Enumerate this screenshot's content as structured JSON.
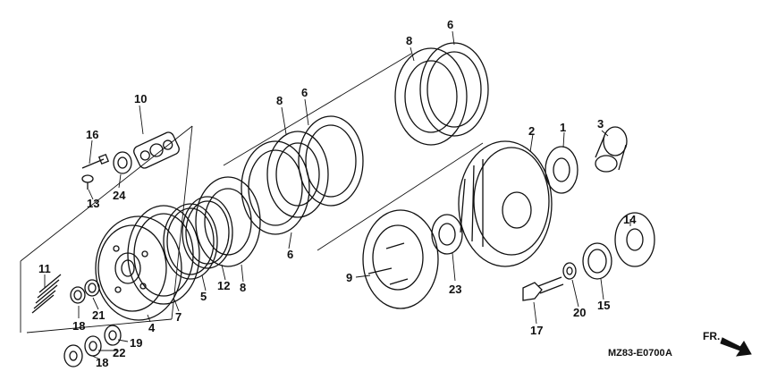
{
  "diagram": {
    "part_labels": [
      "1",
      "2",
      "3",
      "4",
      "5",
      "6",
      "6",
      "6",
      "7",
      "8",
      "8",
      "8",
      "9",
      "10",
      "11",
      "12",
      "13",
      "14",
      "15",
      "16",
      "17",
      "18",
      "18",
      "19",
      "20",
      "21",
      "22",
      "23",
      "24"
    ],
    "diagram_code": "MZ83-E0700",
    "revision": "A",
    "direction_label": "FR."
  }
}
